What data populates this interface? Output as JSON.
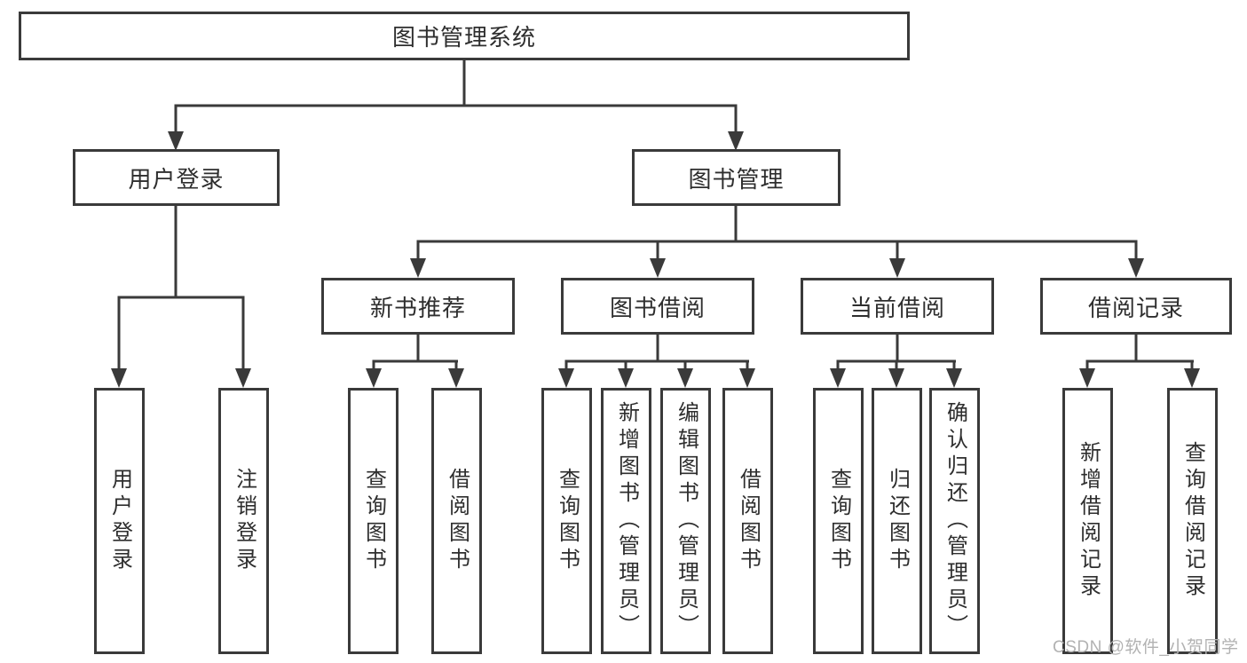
{
  "title": "图书管理系统",
  "watermark": "CSDN @软件_小贺同学",
  "colors": {
    "line": "#3a3a3a",
    "box_border": "#3a3a3a",
    "text": "#2e2e2e",
    "watermark": "#b2b2b2",
    "background": "#ffffff"
  },
  "nodes": {
    "root": "图书管理系统",
    "user_login": "用户登录",
    "book_management": "图书管理",
    "new_book_recommend": "新书推荐",
    "book_borrowing": "图书借阅",
    "current_borrowing": "当前借阅",
    "borrowing_records": "借阅记录",
    "login": "用户登录",
    "logout": "注销登录",
    "nb_query_book": "查询图书",
    "nb_borrow_book": "借阅图书",
    "bb_query_book": "查询图书",
    "bb_add_book": "新增图书（管理员）",
    "bb_edit_book": "编辑图书（管理员）",
    "bb_borrow_book": "借阅图书",
    "cb_query_book": "查询图书",
    "cb_return_book": "归还图书",
    "cb_confirm_return": "确认归还（管理员）",
    "br_add_record": "新增借阅记录",
    "br_query_record": "查询借阅记录"
  },
  "hierarchy": {
    "label": "图书管理系统",
    "children": [
      {
        "label": "用户登录",
        "children": [
          {
            "label": "用户登录"
          },
          {
            "label": "注销登录"
          }
        ]
      },
      {
        "label": "图书管理",
        "children": [
          {
            "label": "新书推荐",
            "children": [
              {
                "label": "查询图书"
              },
              {
                "label": "借阅图书"
              }
            ]
          },
          {
            "label": "图书借阅",
            "children": [
              {
                "label": "查询图书"
              },
              {
                "label": "新增图书（管理员）"
              },
              {
                "label": "编辑图书（管理员）"
              },
              {
                "label": "借阅图书"
              }
            ]
          },
          {
            "label": "当前借阅",
            "children": [
              {
                "label": "查询图书"
              },
              {
                "label": "归还图书"
              },
              {
                "label": "确认归还（管理员）"
              }
            ]
          },
          {
            "label": "借阅记录",
            "children": [
              {
                "label": "新增借阅记录"
              },
              {
                "label": "查询借阅记录"
              }
            ]
          }
        ]
      }
    ]
  }
}
